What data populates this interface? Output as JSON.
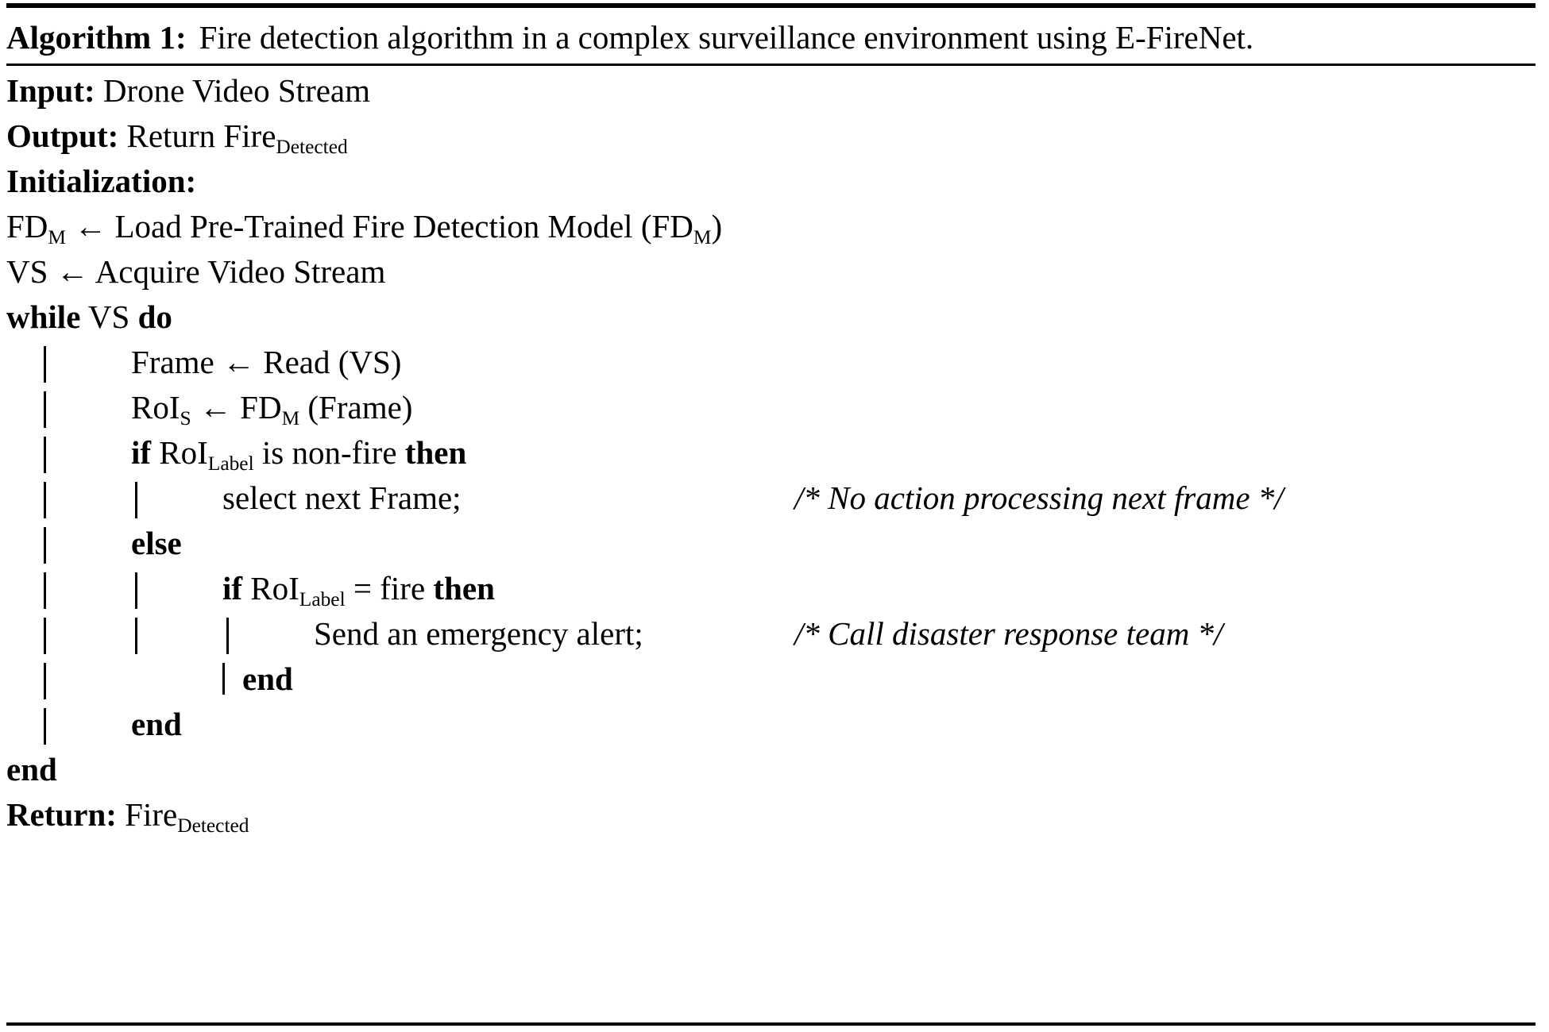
{
  "document": {
    "kind": "algorithm-pseudocode-block",
    "title": {
      "label": "Algorithm 1:",
      "caption": "Fire detection algorithm in a complex surveillance environment using E-FireNet."
    },
    "rules": {
      "top": "thick",
      "under_title": "thin",
      "bottom": "thin"
    },
    "colors": {
      "text": "#000000",
      "background": "#ffffff",
      "rule": "#000000"
    },
    "lines": [
      {
        "id": "input",
        "indent": 0,
        "guides": 0,
        "keyword": "Input:",
        "text": "Drone Video Stream",
        "comment": ""
      },
      {
        "id": "output",
        "indent": 0,
        "guides": 0,
        "keyword": "Output:",
        "text": "Return Fire",
        "subscript": "Detected",
        "comment": ""
      },
      {
        "id": "initialization",
        "indent": 0,
        "guides": 0,
        "keyword": "Initialization:",
        "text": "",
        "comment": ""
      },
      {
        "id": "load-model",
        "indent": 0,
        "guides": 0,
        "keyword": "",
        "text": "FD_M ← Load Pre-Trained Fire Detection Model (FD_M)",
        "var": "FD",
        "subscript": "M",
        "arrow": "←",
        "rest": "Load Pre-Trained Fire Detection Model (FD",
        "subscript2": "M",
        "tail": ")",
        "comment": ""
      },
      {
        "id": "acquire-stream",
        "indent": 0,
        "guides": 0,
        "keyword": "",
        "text": "VS ← Acquire Video Stream",
        "comment": ""
      },
      {
        "id": "while-vs-do",
        "indent": 0,
        "guides": 0,
        "keyword": "while",
        "text": "VS",
        "keyword2": "do",
        "comment": ""
      },
      {
        "id": "read-frame",
        "indent": 1,
        "guides": 1,
        "keyword": "",
        "text": "Frame ← Read (VS)",
        "comment": ""
      },
      {
        "id": "detect-rois",
        "indent": 1,
        "guides": 1,
        "keyword": "",
        "text": "RoI_S ← FD_M (Frame)",
        "comment": ""
      },
      {
        "id": "if-non-fire",
        "indent": 1,
        "guides": 1,
        "keyword": "if",
        "text": "RoI",
        "subscript": "Label",
        "text2": "is non-fire",
        "keyword2": "then",
        "comment": ""
      },
      {
        "id": "select-next-frame",
        "indent": 2,
        "guides": 2,
        "keyword": "",
        "text": "select next Frame;",
        "comment": "/* No action processing next frame */"
      },
      {
        "id": "else",
        "indent": 1,
        "guides": 1,
        "keyword": "else",
        "text": "",
        "comment": ""
      },
      {
        "id": "if-fire",
        "indent": 2,
        "guides": 2,
        "keyword": "if",
        "text": "RoI",
        "subscript": "Label",
        "text2": "= fire",
        "keyword2": "then",
        "comment": ""
      },
      {
        "id": "send-alert",
        "indent": 3,
        "guides": 3,
        "keyword": "",
        "text": "Send an emergency alert;",
        "comment": "/* Call disaster response team */"
      },
      {
        "id": "end-inner-if",
        "indent": 2,
        "guides": 1,
        "keyword": "end",
        "text": "",
        "bar_before": true,
        "comment": ""
      },
      {
        "id": "end-outer-if",
        "indent": 1,
        "guides": 1,
        "keyword": "end",
        "text": "",
        "bar_before": false,
        "comment": ""
      },
      {
        "id": "end-while",
        "indent": 0,
        "guides": 0,
        "keyword": "end",
        "text": "",
        "comment": ""
      },
      {
        "id": "return",
        "indent": 0,
        "guides": 0,
        "keyword": "Return:",
        "text": "Fire",
        "subscript": "Detected",
        "comment": ""
      }
    ],
    "tokens": {
      "arrow": "←",
      "input_label": "Input:",
      "input_value": "Drone Video Stream",
      "output_label": "Output:",
      "output_value_base": "Return Fire",
      "output_value_sub": "Detected",
      "init_label": "Initialization:",
      "fdm_base": "FD",
      "fdm_sub": "M",
      "load_model_text": "Load Pre-Trained Fire Detection Model (FD",
      "load_model_sub": "M",
      "load_model_tail": ")",
      "vs_assign": "VS",
      "acquire_text": "Acquire Video Stream",
      "while_kw": "while",
      "while_cond": "VS",
      "do_kw": "do",
      "frame_text": "Frame",
      "read_text": "Read (VS)",
      "rois_base": "RoI",
      "rois_sub": "S",
      "fdm_call": "(Frame)",
      "if_kw": "if",
      "roi_base": "RoI",
      "roi_sub": "Label",
      "non_fire_cond": "is non-fire",
      "then_kw": "then",
      "select_next_frame": "select next Frame;",
      "comment_no_action": "/* No action processing next frame */",
      "else_kw": "else",
      "fire_cond": "= fire",
      "send_alert": "Send an emergency alert;",
      "comment_call_team": "/* Call disaster response team */",
      "end_kw": "end",
      "return_label": "Return:",
      "return_base": "Fire",
      "return_sub": "Detected"
    }
  }
}
